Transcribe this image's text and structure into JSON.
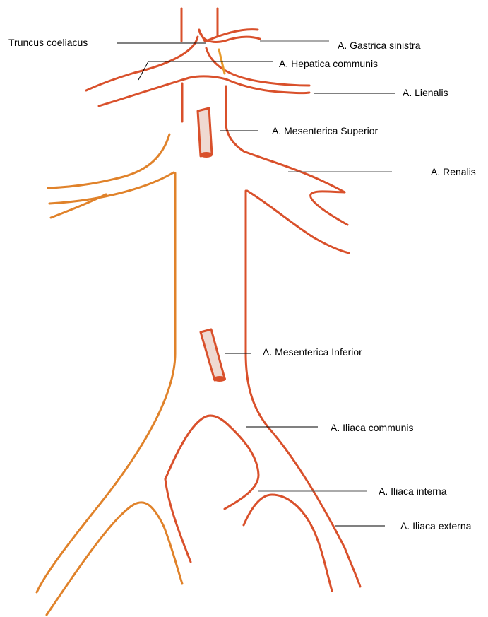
{
  "colors": {
    "artery": "#d9502b",
    "artery_light": "#e0822a",
    "vessel_fill": "#efd9d1",
    "leader": "#000000",
    "leader_light": "#555555",
    "text": "#000000"
  },
  "labels": {
    "truncus_coeliacus": "Truncus coeliacus",
    "gastrica_sinistra": "A. Gastrica sinistra",
    "hepatica_communis": "A. Hepatica communis",
    "lienalis": "A. Lienalis",
    "mesenterica_superior": "A. Mesenterica Superior",
    "renalis": "A. Renalis",
    "mesenterica_inferior": "A. Mesenterica Inferior",
    "iliaca_communis": "A. Iliaca communis",
    "iliaca_interna": "A. Iliaca interna",
    "iliaca_externa": "A. Iliaca externa"
  }
}
